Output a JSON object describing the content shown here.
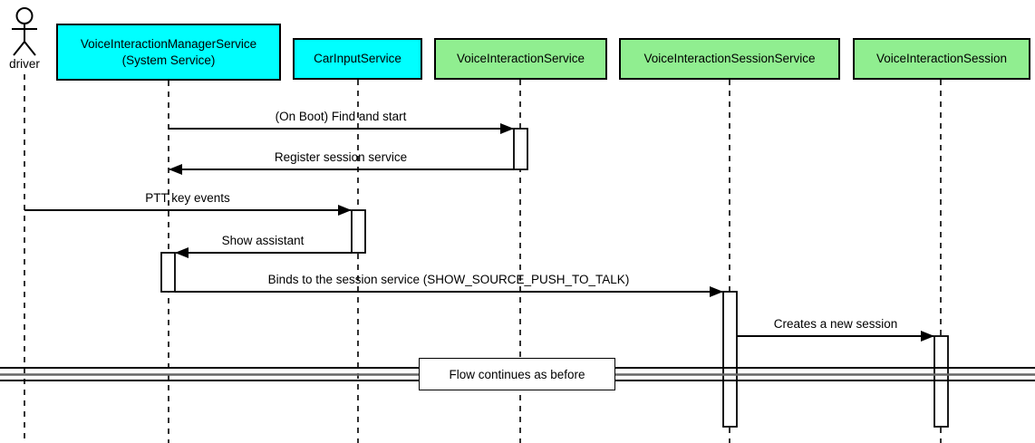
{
  "diagram": {
    "type": "uml-sequence-diagram",
    "actor": {
      "label": "driver"
    },
    "participants": [
      {
        "id": "vims",
        "label_line1": "VoiceInteractionManagerService",
        "label_line2": "(System Service)",
        "fill": "#00FFFF"
      },
      {
        "id": "carinput",
        "label_line1": "CarInputService",
        "label_line2": "",
        "fill": "#00FFFF"
      },
      {
        "id": "vis",
        "label_line1": "VoiceInteractionService",
        "label_line2": "",
        "fill": "#90EE90"
      },
      {
        "id": "visss",
        "label_line1": "VoiceInteractionSessionService",
        "label_line2": "",
        "fill": "#90EE90"
      },
      {
        "id": "visession",
        "label_line1": "VoiceInteractionSession",
        "label_line2": "",
        "fill": "#90EE90"
      }
    ],
    "messages": [
      {
        "label": "(On Boot) Find and start",
        "from": "VoiceInteractionManagerService",
        "to": "VoiceInteractionService"
      },
      {
        "label": "Register session service",
        "from": "VoiceInteractionService",
        "to": "VoiceInteractionManagerService"
      },
      {
        "label": "PTT key events",
        "from": "driver",
        "to": "CarInputService"
      },
      {
        "label": "Show assistant",
        "from": "CarInputService",
        "to": "VoiceInteractionManagerService"
      },
      {
        "label": "Binds to the session service (SHOW_SOURCE_PUSH_TO_TALK)",
        "from": "VoiceInteractionManagerService",
        "to": "VoiceInteractionSessionService"
      },
      {
        "label": "Creates a new session",
        "from": "VoiceInteractionSessionService",
        "to": "VoiceInteractionSession"
      }
    ],
    "divider": {
      "label": "Flow continues as before"
    },
    "colors": {
      "participant_cyan": "#00FFFF",
      "participant_green": "#90EE90",
      "line_black": "#000000",
      "divider_gray": "#666666",
      "activation_fill": "#FFFFFF"
    }
  }
}
